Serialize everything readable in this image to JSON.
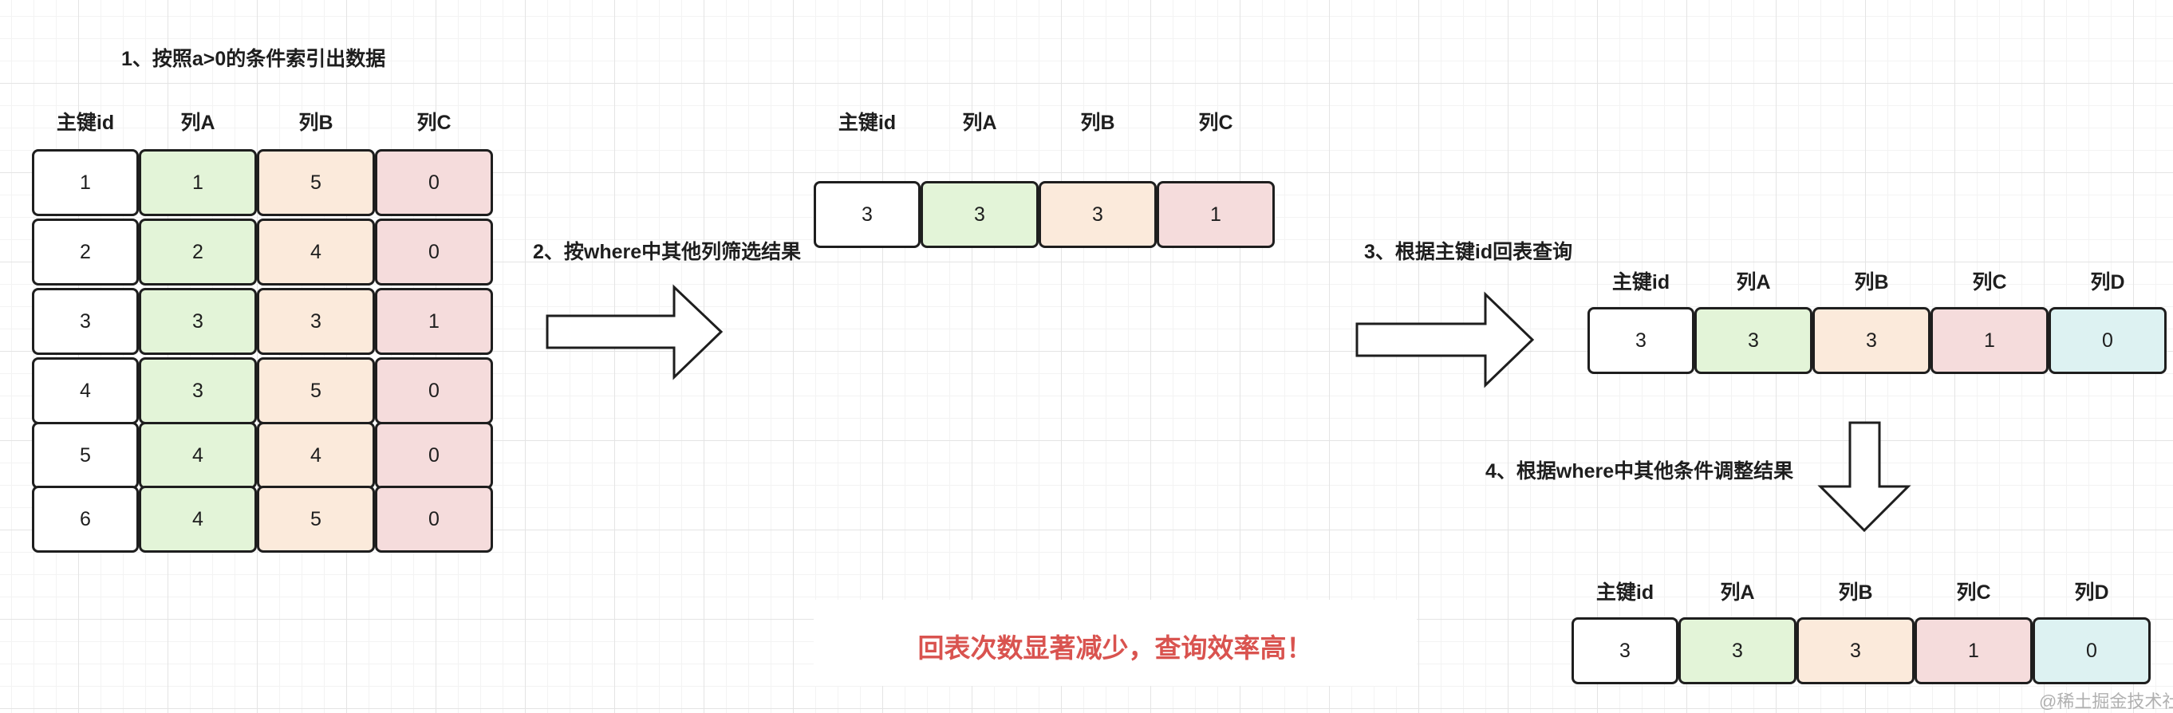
{
  "steps": {
    "s1": "1、按照a>0的条件索引出数据",
    "s2": "2、按where中其他列筛选结果",
    "s3": "3、根据主键id回表查询",
    "s4": "4、根据where中其他条件调整结果"
  },
  "headers": {
    "id": "主键id",
    "a": "列A",
    "b": "列B",
    "c": "列C",
    "d": "列D"
  },
  "table1": {
    "rows": [
      [
        "1",
        "1",
        "5",
        "0"
      ],
      [
        "2",
        "2",
        "4",
        "0"
      ],
      [
        "3",
        "3",
        "3",
        "1"
      ],
      [
        "4",
        "3",
        "5",
        "0"
      ],
      [
        "5",
        "4",
        "4",
        "0"
      ],
      [
        "6",
        "4",
        "5",
        "0"
      ]
    ]
  },
  "table2": {
    "row": [
      "3",
      "3",
      "3",
      "1"
    ]
  },
  "table3": {
    "row": [
      "3",
      "3",
      "3",
      "1",
      "0"
    ]
  },
  "table4": {
    "row": [
      "3",
      "3",
      "3",
      "1",
      "0"
    ]
  },
  "note": "回表次数显著减少，查询效率高！",
  "watermark": "@稀土掘金技术社区",
  "colors": {
    "id": "#ffffff",
    "a": "#e3f4d8",
    "b": "#fbeadb",
    "c": "#f5dcdc",
    "d": "#ddf2f2",
    "note": "#d9534f"
  }
}
